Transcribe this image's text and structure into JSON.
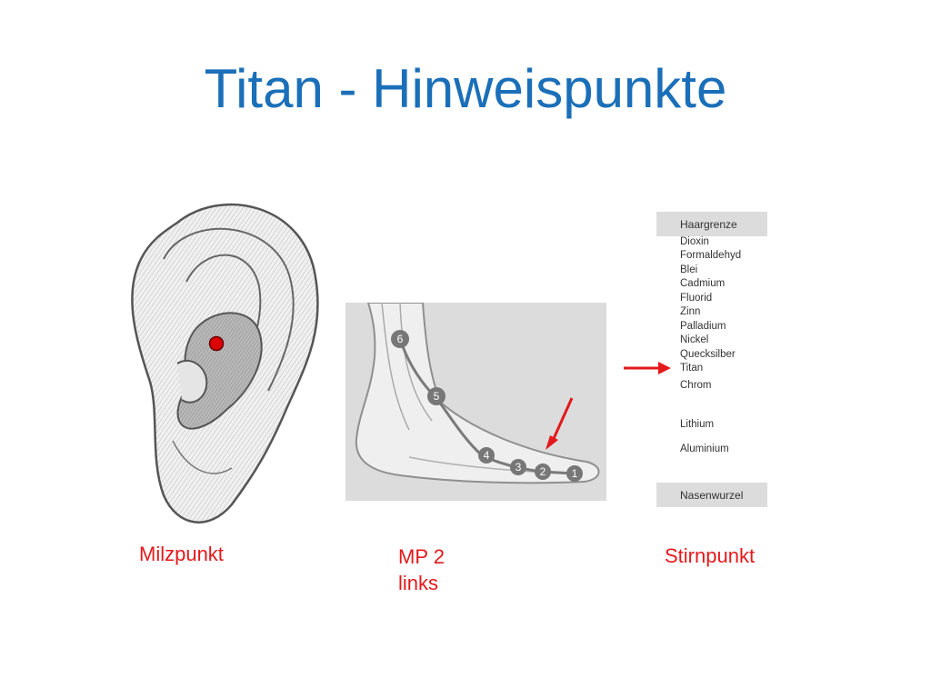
{
  "colors": {
    "title": "#1a6fb8",
    "caption": "#e3191b",
    "marker": "#dd0000"
  },
  "slide": {
    "title": "Titan - Hinweispunkte"
  },
  "panels": {
    "ear": {
      "icon": "ear-drawing-icon"
    },
    "foot": {
      "icon": "foot-meridian-drawing-icon",
      "point_numbers": [
        "6",
        "5",
        "4",
        "3",
        "2",
        "1"
      ]
    },
    "forehead_list": {
      "header": "Haargrenze",
      "items": [
        "Dioxin",
        "Formaldehyd",
        "Blei",
        "Cadmium",
        "Fluorid",
        "Zinn",
        "Palladium",
        "Nickel",
        "Quecksilber",
        "Titan",
        "Chrom",
        "Lithium",
        "Aluminium"
      ],
      "footer": "Nasenwurzel"
    }
  },
  "captions": {
    "ear": "Milzpunkt",
    "foot_line1": "MP 2",
    "foot_line2": "links",
    "list": "Stirnpunkt"
  }
}
